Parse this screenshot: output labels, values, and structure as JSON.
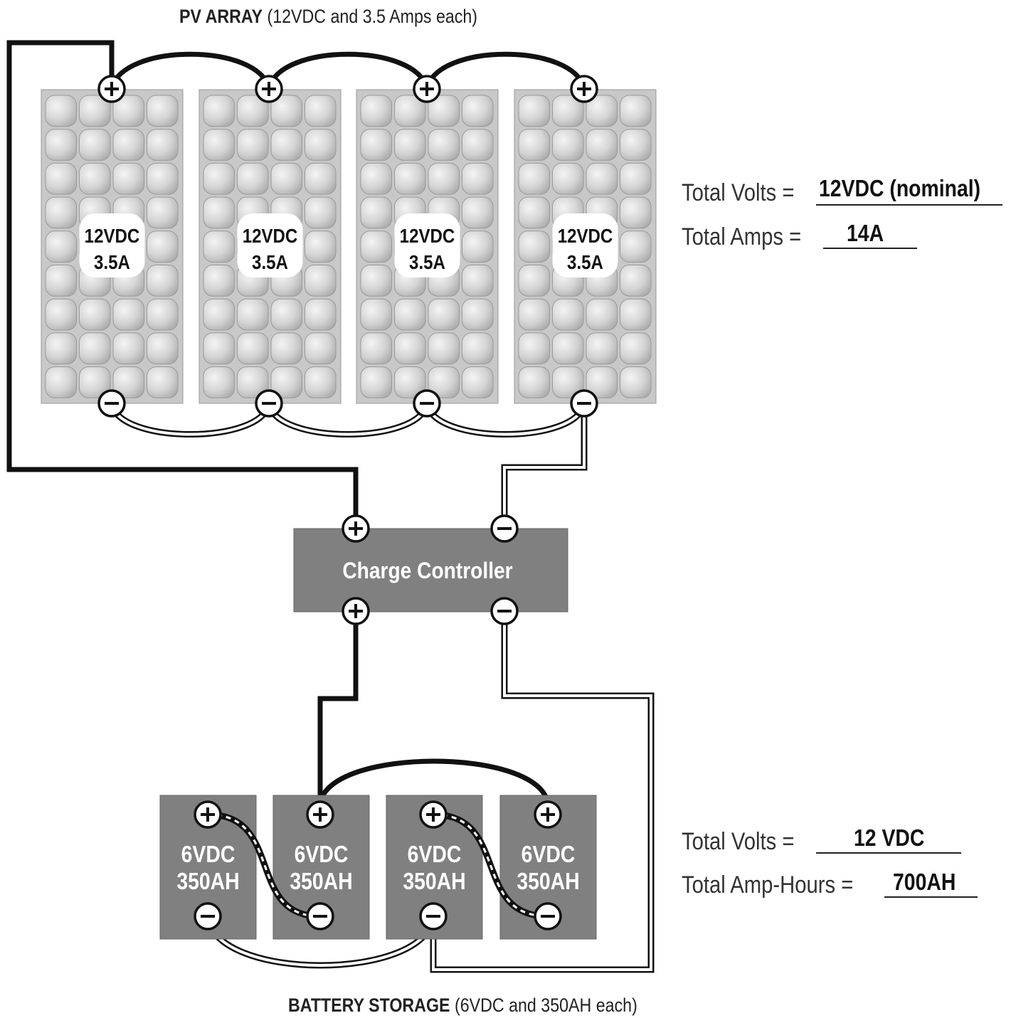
{
  "pv_array": {
    "title_bold": "PV ARRAY",
    "title_rest": "(12VDC and 3.5 Amps each)",
    "panels": [
      {
        "volts": "12VDC",
        "amps": "3.5A"
      },
      {
        "volts": "12VDC",
        "amps": "3.5A"
      },
      {
        "volts": "12VDC",
        "amps": "3.5A"
      },
      {
        "volts": "12VDC",
        "amps": "3.5A"
      }
    ]
  },
  "pv_totals": {
    "volts_label": "Total Volts =",
    "volts_value": "12VDC (nominal)",
    "amps_label": "Total Amps =",
    "amps_value": "14A"
  },
  "controller": {
    "label": "Charge Controller"
  },
  "batteries": {
    "title_bold": "BATTERY STORAGE",
    "title_rest": "(6VDC and 350AH each)",
    "units": [
      {
        "volts": "6VDC",
        "capacity": "350AH"
      },
      {
        "volts": "6VDC",
        "capacity": "350AH"
      },
      {
        "volts": "6VDC",
        "capacity": "350AH"
      },
      {
        "volts": "6VDC",
        "capacity": "350AH"
      }
    ]
  },
  "battery_totals": {
    "volts_label": "Total Volts =",
    "volts_value": "12 VDC",
    "ah_label": "Total Amp-Hours =",
    "ah_value": "700AH"
  },
  "colors": {
    "panel_fill": "#c8c8c8",
    "cell_fill": "#dcdcdc",
    "box_fill": "#808080",
    "wire": "#111111"
  },
  "icons": [
    "plus-terminal-icon",
    "minus-terminal-icon"
  ]
}
